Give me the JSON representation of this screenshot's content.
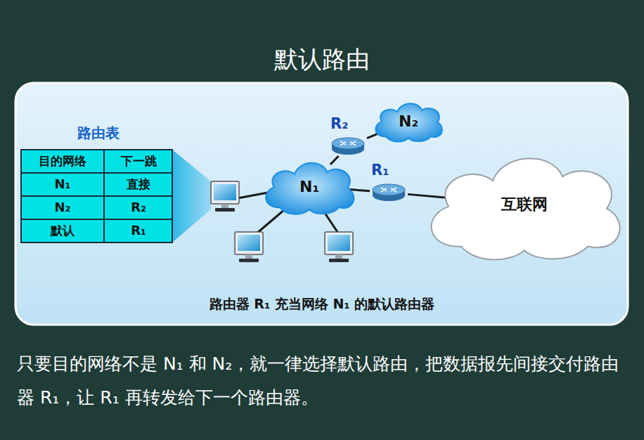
{
  "diagram": {
    "title": "默认路由",
    "caption": "只要目的网络不是 N₁ 和 N₂，就一律选择默认路由，把数据报先间接交付路由器 R₁，让 R₁ 再转发给下一个路由器。",
    "nodes": [
      {
        "text": [
          "R₂"
        ]
      },
      {
        "text": [
          "N₂"
        ]
      },
      {
        "text": [
          "R₁"
        ]
      },
      {
        "text": [
          "N₁"
        ]
      },
      {
        "text": [
          "互联网"
        ]
      }
    ],
    "edges": [
      {
        "from": 3,
        "to": 0,
        "arrow": "none"
      },
      {
        "from": 0,
        "to": 1,
        "arrow": "none"
      },
      {
        "from": 3,
        "to": 2,
        "arrow": "none"
      },
      {
        "from": 2,
        "to": 4,
        "arrow": "none"
      }
    ],
    "labels": [
      "路由表",
      "目的网络",
      "下一跳",
      "N₁",
      "直接",
      "N₂",
      "R₂",
      "默认",
      "R₁",
      "路由器 R₁ 充当网络 N₁ 的默认路由器"
    ]
  }
}
